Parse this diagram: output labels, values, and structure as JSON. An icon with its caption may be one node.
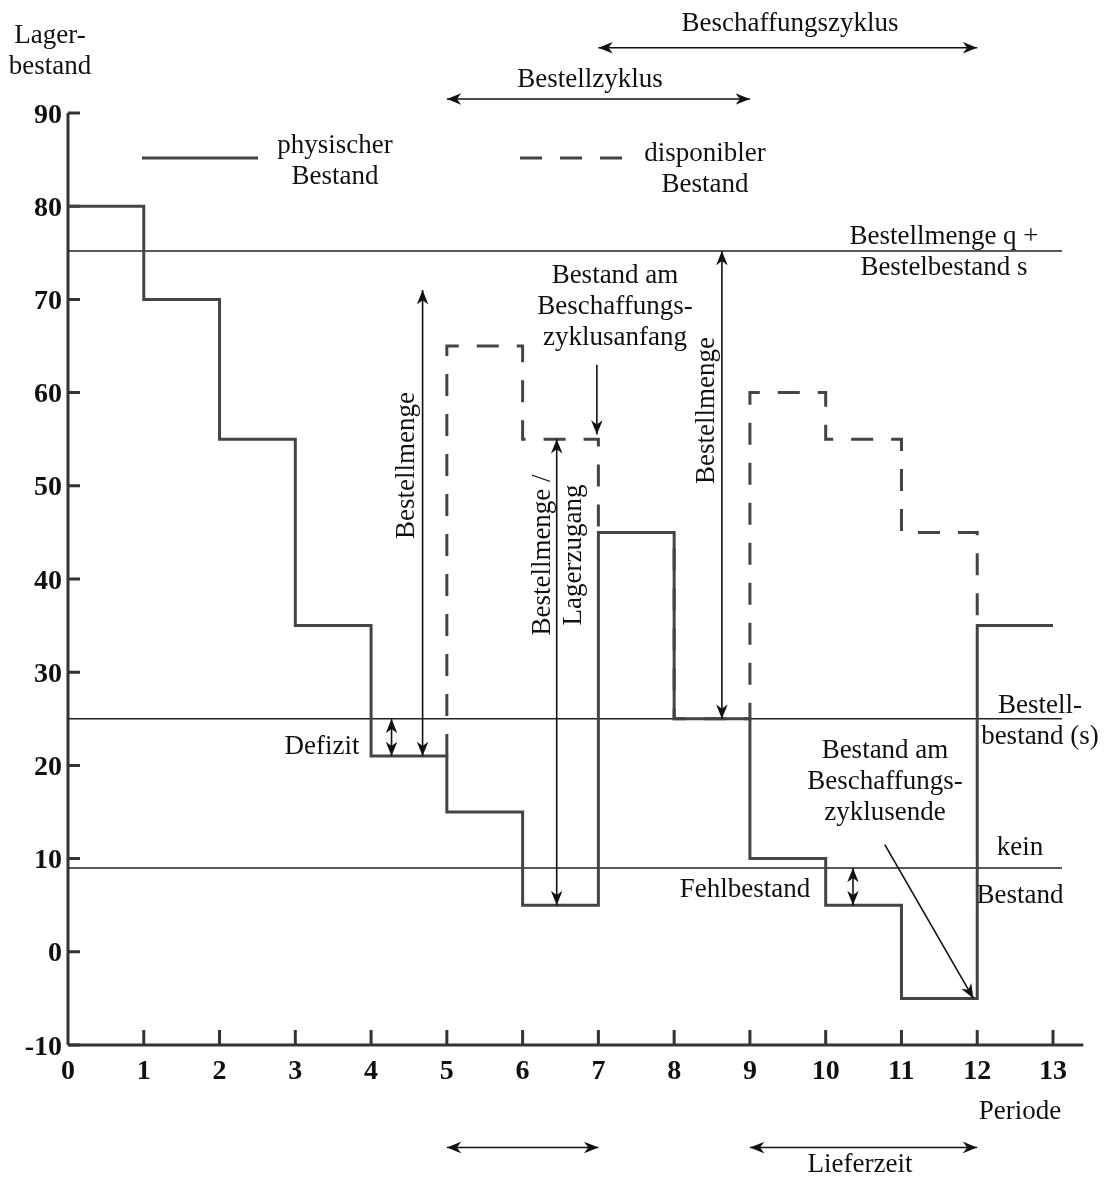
{
  "diagram": {
    "chart_data": {
      "type": "line",
      "xlabel": "Periode",
      "ylabel": "Lager- bestand",
      "x": [
        0,
        1,
        1,
        2,
        2,
        3,
        3,
        4,
        4,
        5,
        5,
        6,
        6,
        7,
        7,
        8,
        8,
        9,
        9,
        10,
        10,
        11,
        11,
        12,
        12,
        13
      ],
      "series": [
        {
          "line_style": "solid",
          "values": [
            80,
            80,
            70,
            70,
            55,
            55,
            35,
            35,
            21,
            21,
            15,
            15,
            5,
            5,
            45,
            45,
            25,
            25,
            10,
            10,
            5,
            5,
            -5,
            -5,
            35,
            35
          ]
        },
        {
          "line_style": "dashed",
          "values": [
            null,
            null,
            null,
            null,
            null,
            null,
            null,
            null,
            null,
            21,
            65,
            65,
            55,
            55,
            45,
            45,
            25,
            25,
            60,
            60,
            55,
            55,
            45,
            45,
            35,
            null
          ]
        }
      ],
      "xlim": [
        0,
        13.4
      ],
      "ylim": [
        -10,
        90
      ],
      "xticks": [
        0,
        1,
        2,
        3,
        4,
        5,
        6,
        7,
        8,
        9,
        10,
        11,
        12,
        13
      ],
      "yticks": [
        -10,
        0,
        10,
        20,
        30,
        40,
        50,
        60,
        70,
        80,
        90
      ],
      "ref_lines": [
        {
          "axis": "y",
          "value": 75.2,
          "label": "Bestellmenge q + Bestelbestand s"
        },
        {
          "axis": "y",
          "value": 25,
          "label": "Bestell- bestand (s)"
        },
        {
          "axis": "y",
          "value": 9,
          "label": "kein Bestand"
        }
      ],
      "annotations": [
        "Beschaffungszyklus",
        "Bestellzyklus",
        "Bestellmenge",
        "Defizit",
        "Bestellmenge / Lagerzugang",
        "Bestand am Beschaffungs- zyklusanfang",
        "Bestellmenge",
        "Fehlbestand",
        "Bestand am Beschaffungs- zyklusende",
        "Lieferzeit"
      ]
    },
    "legend": [
      {
        "text": "physischer Bestand"
      },
      {
        "text": "disponibler Bestand"
      }
    ]
  }
}
